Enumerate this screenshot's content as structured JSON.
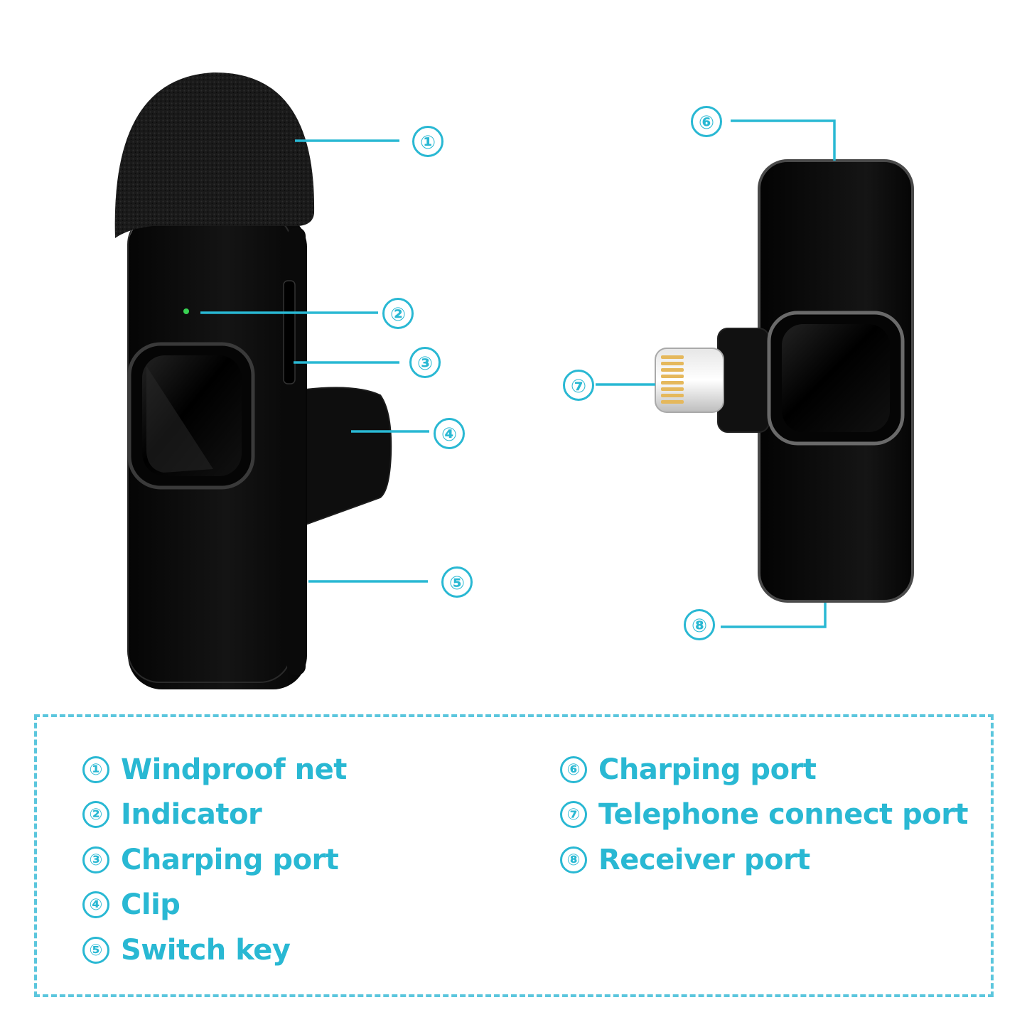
{
  "theme": {
    "accent": "#29b8d3",
    "device": "#0c0c0c",
    "indicator": "#39d353"
  },
  "left_device": {
    "name": "wireless lavalier microphone transmitter"
  },
  "right_device": {
    "name": "lightning receiver"
  },
  "callouts": [
    {
      "id": "1",
      "label": "①",
      "part": "windproof-net"
    },
    {
      "id": "2",
      "label": "②",
      "part": "indicator"
    },
    {
      "id": "3",
      "label": "③",
      "part": "charping-port"
    },
    {
      "id": "4",
      "label": "④",
      "part": "clip"
    },
    {
      "id": "5",
      "label": "⑤",
      "part": "switch-key"
    },
    {
      "id": "6",
      "label": "⑥",
      "part": "receiver-charping-port"
    },
    {
      "id": "7",
      "label": "⑦",
      "part": "telephone-connect-port"
    },
    {
      "id": "8",
      "label": "⑧",
      "part": "receiver-port"
    }
  ],
  "legend": {
    "left": [
      {
        "num": "①",
        "text": "Windproof net"
      },
      {
        "num": "②",
        "text": "Indicator"
      },
      {
        "num": "③",
        "text": "Charping port"
      },
      {
        "num": "④",
        "text": "Clip"
      },
      {
        "num": "⑤",
        "text": "Switch key"
      }
    ],
    "right": [
      {
        "num": "⑥",
        "text": "Charping port"
      },
      {
        "num": "⑦",
        "text": "Telephone connect port"
      },
      {
        "num": "⑧",
        "text": "Receiver port"
      }
    ]
  }
}
